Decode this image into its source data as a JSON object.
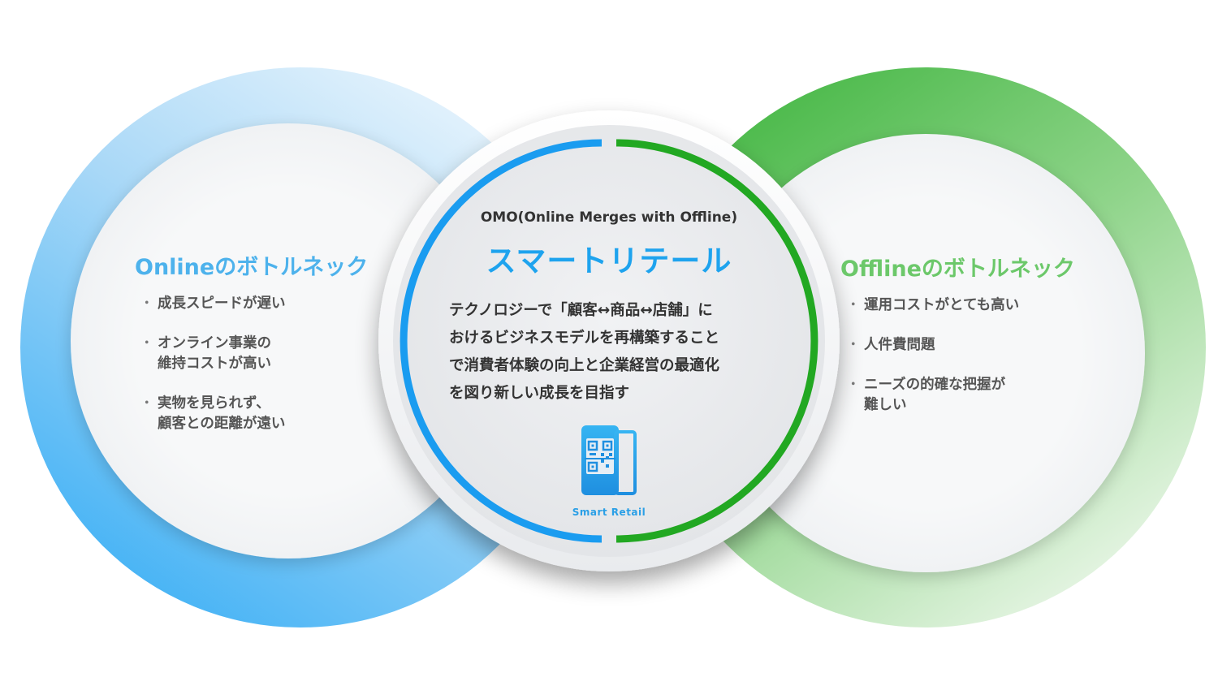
{
  "colors": {
    "online_accent": "#4db2ec",
    "offline_accent": "#6cc86a",
    "center_title": "#1ea3ee",
    "ring_blue": "#1a9cf0",
    "ring_green": "#22a822"
  },
  "online": {
    "title": "Onlineのボトルネック",
    "items": [
      "成長スピードが遅い",
      "オンライン事業の\n維持コストが高い",
      "実物を見られず、\n顧客との距離が遠い"
    ]
  },
  "offline": {
    "title": "Offlineのボトルネック",
    "items": [
      "運用コストがとても高い",
      "人件費問題",
      "ニーズの的確な把握が\n難しい"
    ]
  },
  "center": {
    "subtitle": "OMO(Online Merges with Offline)",
    "title": "スマートリテール",
    "description": "テクノロジーで「顧客↔商品↔店舗」に\nおけるビジネスモデルを再構築すること\nで消費者体験の向上と企業経営の最適化\nを図り新しい成長を目指す",
    "icon": "smartphone-qr-icon",
    "logo_text": "Smart Retail"
  }
}
